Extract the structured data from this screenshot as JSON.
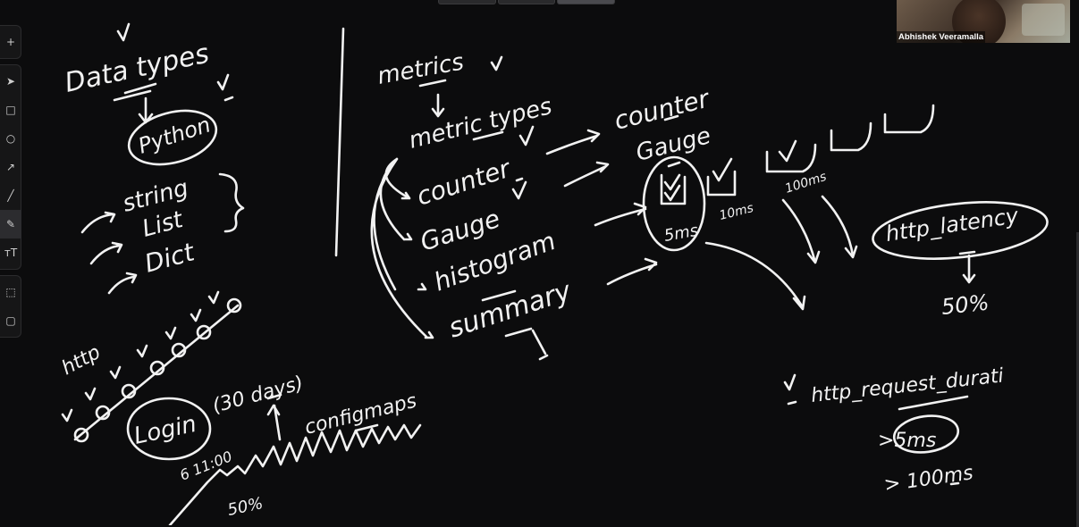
{
  "presenter": {
    "name": "Abhishek Veeramalla"
  },
  "toolbar": {
    "tools": [
      {
        "icon": "plus-icon",
        "glyph": "+"
      },
      {
        "icon": "select-pointer-icon",
        "glyph": "➤"
      },
      {
        "icon": "rectangle-icon",
        "glyph": "□"
      },
      {
        "icon": "ellipse-icon",
        "glyph": "○"
      },
      {
        "icon": "arrow-icon",
        "glyph": "↗"
      },
      {
        "icon": "line-icon",
        "glyph": "╱"
      },
      {
        "icon": "pen-icon",
        "glyph": "✎"
      },
      {
        "icon": "text-icon",
        "glyph": "ᴛT"
      },
      {
        "icon": "frame-icon",
        "glyph": "⬚"
      },
      {
        "icon": "comment-icon",
        "glyph": "▢"
      }
    ]
  },
  "whiteboard": {
    "data_types": {
      "title": "Data types",
      "language": "Python",
      "items": [
        "string",
        "List",
        "Dict"
      ]
    },
    "http_timeline": {
      "label": "http",
      "event": "Login",
      "retention": "(30 days)",
      "config_label": "configmaps",
      "time": "11:00",
      "time_prefix": "6",
      "percent": "50%"
    },
    "metrics": {
      "title": "metrics",
      "subtitle": "metric types",
      "types": [
        "counter",
        "Gauge",
        "histogram",
        "summary"
      ],
      "right_labels": [
        "counter",
        "Gauge"
      ],
      "buckets": [
        "5ms",
        "10ms",
        "100ms"
      ]
    },
    "latency": {
      "name": "http_latency",
      "percent": "50%",
      "metric": "http_request_durati",
      "thresholds": [
        ">5ms",
        "> 100ms"
      ]
    }
  }
}
